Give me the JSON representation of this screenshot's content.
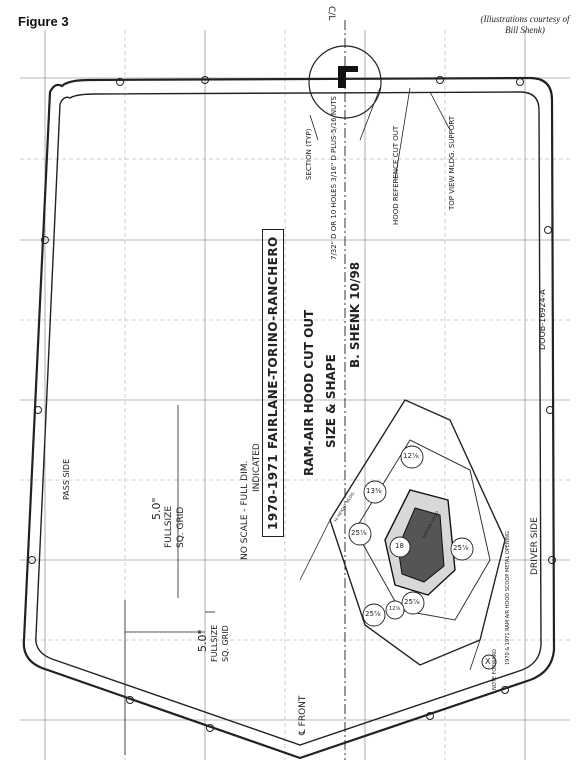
{
  "figure": {
    "label": "Figure 3",
    "credit_line1": "(Illustrations courtesy of",
    "credit_line2": "Bill Shenk)"
  },
  "drawing": {
    "centerline_mark": "C/L",
    "section_top": "SECTION (TYP)",
    "holes_note": "7/32\" D OR 10 HOLES 3/16\" D PLUS-5/16 NUTS",
    "hood_ref_cutout": "HOOD REFERENCE CUT OUT",
    "top_view_note": "TOP VIEW MLDG. SUPPORT",
    "title_box": "1970-1971 FAIRLANE-TORINO-RANCHERO",
    "ram_air": "RAM-AIR HOOD CUT OUT",
    "size_shape": "SIZE & SHAPE",
    "signature": "B. SHENK 10/98",
    "part_number": "DOOB-16924-A",
    "no_scale": "NO SCALE - FULL DIM.",
    "indicated": "INDICATED",
    "grid_top_value": "5.0\"",
    "grid_top_line1": "FULLSIZE",
    "grid_top_line2": "SQ. GRID",
    "grid_bottom_value": "5.0\"",
    "grid_bottom_line1": "FULLSIZE",
    "grid_bottom_line2": "SQ. GRID",
    "pass_side": "PASS SIDE",
    "driver_side": "DRIVER SIDE",
    "front": "℄ FRONT",
    "opening_note": "1970 & 1971 RAM AIR HOOD SCOOP METAL OPENING",
    "note_forward": "NOTE FORWARD",
    "note_mark": "X",
    "dims": {
      "d1": "12⅞",
      "d2": "13⅜",
      "d3": "25⅞",
      "d4": "25⅞",
      "d5": "18",
      "d6": "25⅞",
      "d7": "25⅞",
      "d8": "12⅞"
    },
    "scoop_label": "RAM AIR HOOD",
    "height_note": "HI HEIGHT MLDG."
  }
}
